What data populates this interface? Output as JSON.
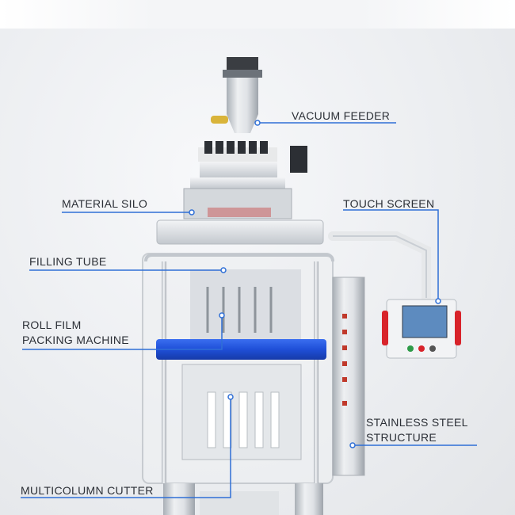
{
  "labels": {
    "vacuum_feeder": "VACUUM FEEDER",
    "material_silo": "MATERIAL SILO",
    "touch_screen": "TOUCH SCREEN",
    "filling_tube": "FILLING TUBE",
    "roll_film_line1": "ROLL FILM",
    "roll_film_line2": "PACKING MACHINE",
    "stainless_line1": "STAINLESS STEEL",
    "stainless_line2": "STRUCTURE",
    "multicolumn_cutter": "MULTICOLUMN CUTTER"
  },
  "colors": {
    "callout_line": "#2f6fd6",
    "text": "#2b2f36",
    "blue_band": "#1f4fd8",
    "steel": "#c9ced4",
    "red_handle": "#d8232a"
  }
}
